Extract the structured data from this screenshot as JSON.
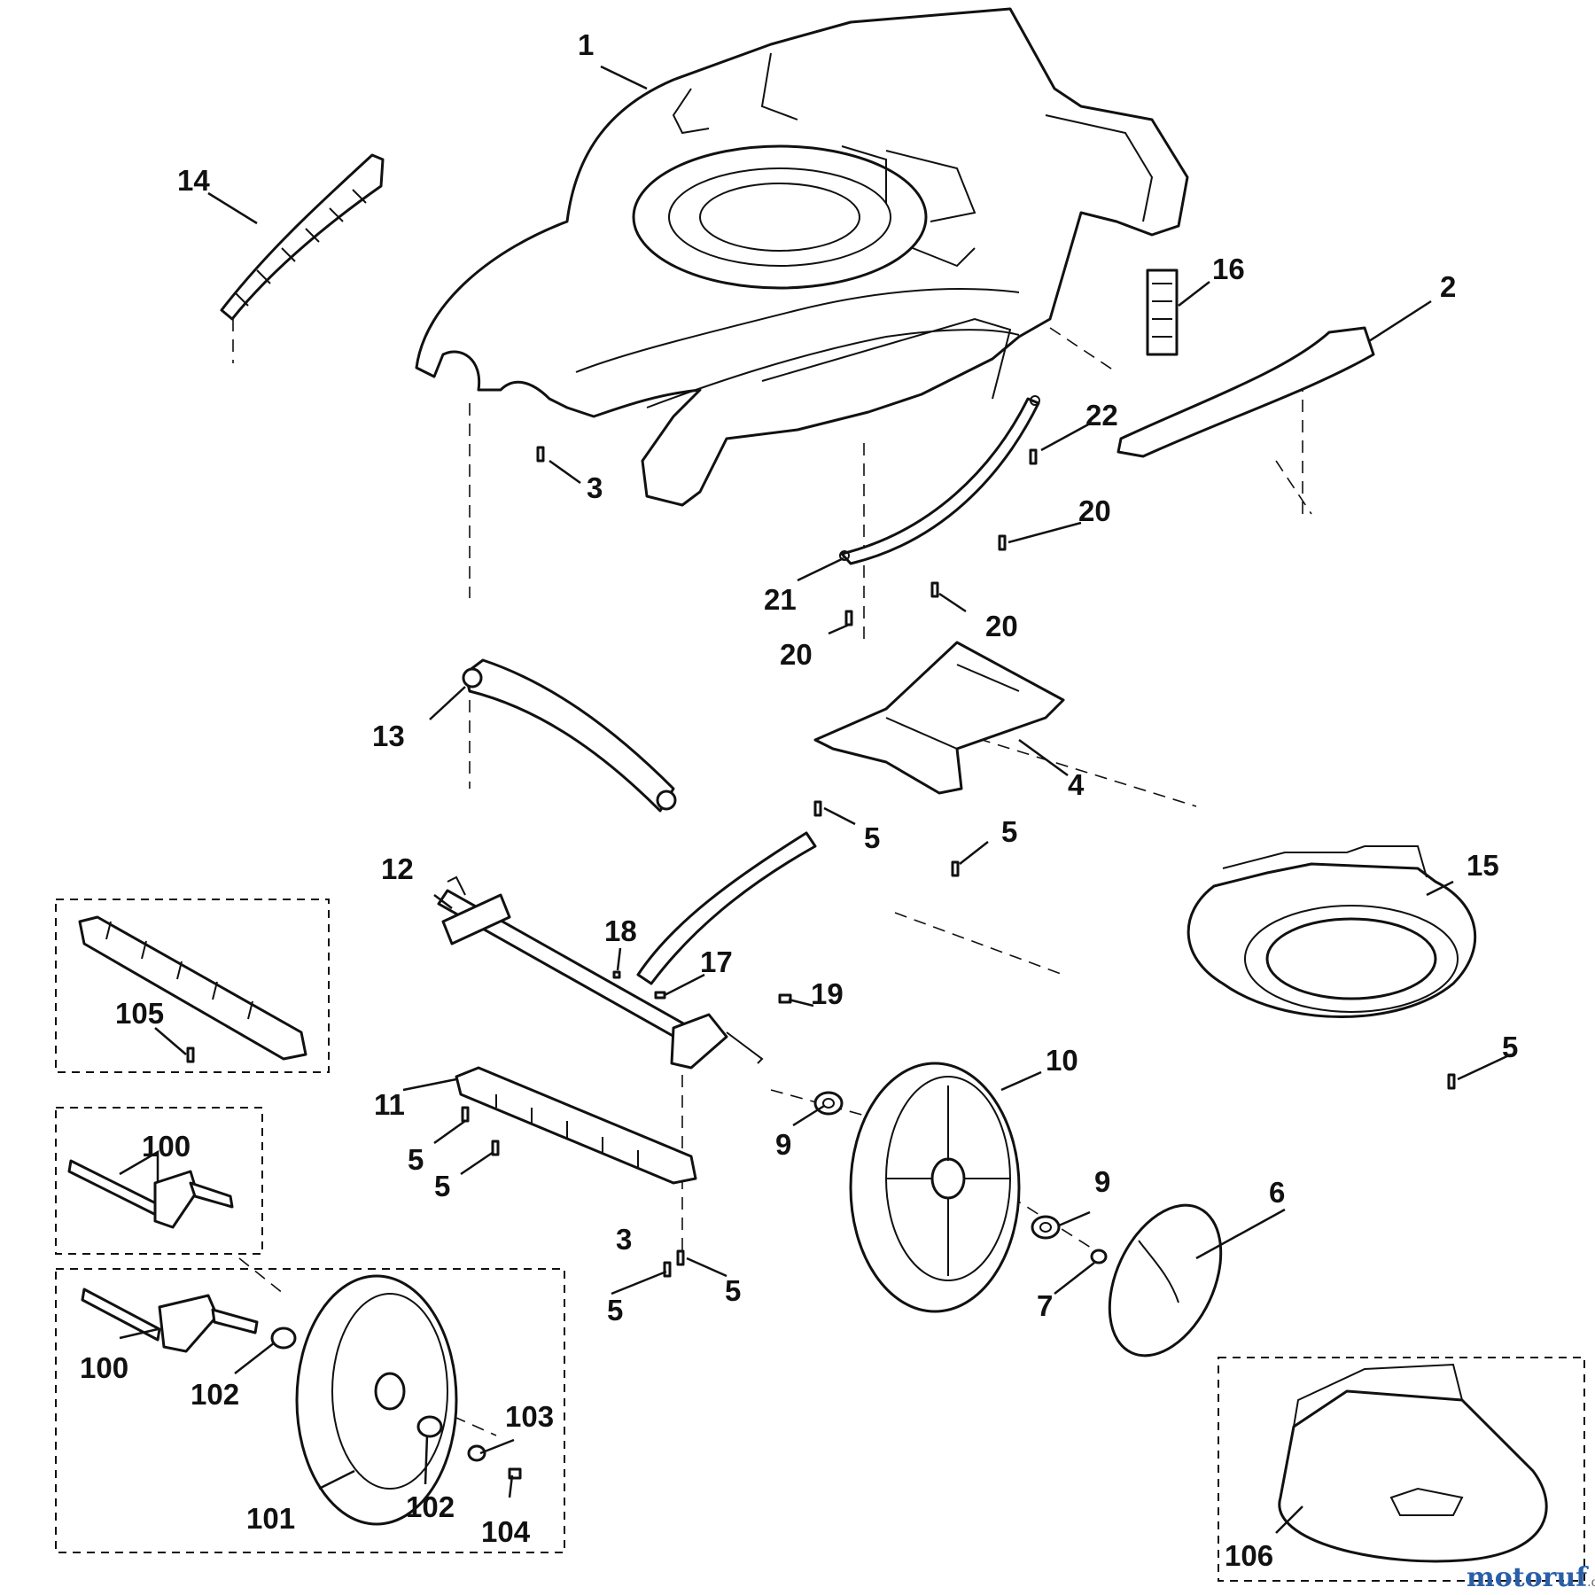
{
  "watermark": {
    "main": "motoruf",
    "suffix": ".de"
  },
  "labels": {
    "l1": "1",
    "l2": "2",
    "l3a": "3",
    "l3b": "3",
    "l4": "4",
    "l5a": "5",
    "l5b": "5",
    "l5c": "5",
    "l5d": "5",
    "l5e": "5",
    "l5f": "5",
    "l5g": "5",
    "l6": "6",
    "l7": "7",
    "l9a": "9",
    "l9b": "9",
    "l10": "10",
    "l11": "11",
    "l12": "12",
    "l13": "13",
    "l14": "14",
    "l15": "15",
    "l16": "16",
    "l17": "17",
    "l18": "18",
    "l19": "19",
    "l20a": "20",
    "l20b": "20",
    "l20c": "20",
    "l21": "21",
    "l22": "22",
    "l100a": "100",
    "l100b": "100",
    "l101": "101",
    "l102a": "102",
    "l102b": "102",
    "l103": "103",
    "l104": "104",
    "l105": "105",
    "l106": "106"
  }
}
